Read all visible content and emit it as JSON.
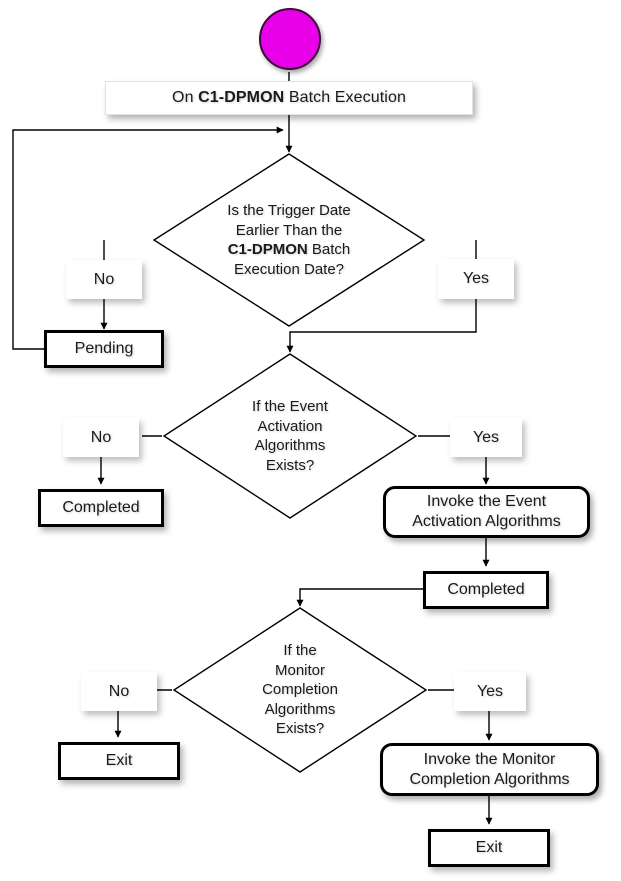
{
  "diagram": {
    "type": "flowchart",
    "title_banner": {
      "prefix": "On ",
      "emphasis": "C1-DPMON",
      "suffix": " Batch Execution"
    },
    "start_node": {
      "name": "start",
      "color": "#e800e8",
      "border_color": "#3b0b38"
    },
    "decisions": [
      {
        "id": "decision-trigger-date",
        "line1": "Is the Trigger Date",
        "line2": "Earlier Than the",
        "line3_bold": "C1-DPMON",
        "line3_rest": " Batch",
        "line4": "Execution Date?",
        "yes_label": "Yes",
        "no_label": "No"
      },
      {
        "id": "decision-event-activation",
        "line1": "If the Event",
        "line2": "Activation",
        "line3": "Algorithms",
        "line4": "Exists?",
        "yes_label": "Yes",
        "no_label": "No"
      },
      {
        "id": "decision-monitor-completion",
        "line1": "If the",
        "line2": "Monitor",
        "line3": "Completion",
        "line4": "Algorithms",
        "line5": "Exists?",
        "yes_label": "Yes",
        "no_label": "No"
      }
    ],
    "nodes": {
      "pending": "Pending",
      "completed_no_branch": "Completed",
      "invoke_event_activation_l1": "Invoke the Event",
      "invoke_event_activation_l2": "Activation Algorithms",
      "completed_after_event": "Completed",
      "exit_no_branch": "Exit",
      "invoke_monitor_completion_l1": "Invoke the Monitor",
      "invoke_monitor_completion_l2": "Completion Algorithms",
      "exit_final": "Exit"
    }
  }
}
